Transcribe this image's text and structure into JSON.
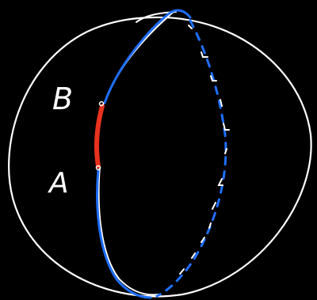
{
  "diagram": {
    "labels": [
      {
        "id": "B",
        "text": "B"
      },
      {
        "id": "A",
        "text": "A"
      }
    ],
    "colors": {
      "background": "#000000",
      "sphere": "#ffffff",
      "great_circle": "#1f6fff",
      "highlighted_arc": "#e8321e"
    }
  }
}
